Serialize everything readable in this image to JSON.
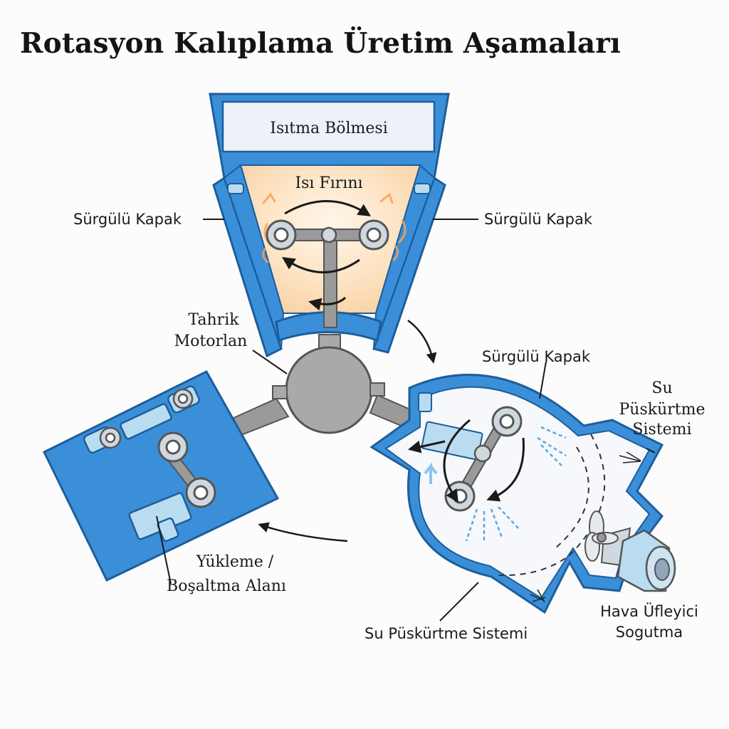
{
  "title": "Rotasyon Kalıplama Üretim Aşamaları",
  "labels": {
    "heating_chamber": "Isıtma Bölmesi",
    "oven": "Isı Fırını",
    "sliding_cover_left": "Sürgülü Kapak",
    "sliding_cover_right": "Sürgülü Kapak",
    "drive_motors_line1": "Tahrik",
    "drive_motors_line2": "Motorlan",
    "sliding_cover_cooling": "Sürgülü Kapak",
    "water_spray_right_line1": "Su",
    "water_spray_right_line2": "Püskürtme",
    "water_spray_right_line3": "Sistemi",
    "water_spray_bottom": "Su Püskürtme Sistemi",
    "air_blower_line1": "Hava Üfleyici",
    "air_blower_line2": "Sogutma",
    "loading_line1": "Yükleme /",
    "loading_line2": "Boşaltma Alanı"
  },
  "colors": {
    "frame_blue": "#3b8fd9",
    "frame_outline": "#1d5e9c",
    "light_blue": "#b9dcf0",
    "hub_gray": "#a9a9a9",
    "arm_gray": "#9a9a9a",
    "heat_orange": "#f5a35c",
    "oven_fill": "#fde9cc"
  },
  "icons": [
    "rotation-arrow-icon",
    "fan-icon",
    "water-spray-icon",
    "heat-wave-icon"
  ]
}
